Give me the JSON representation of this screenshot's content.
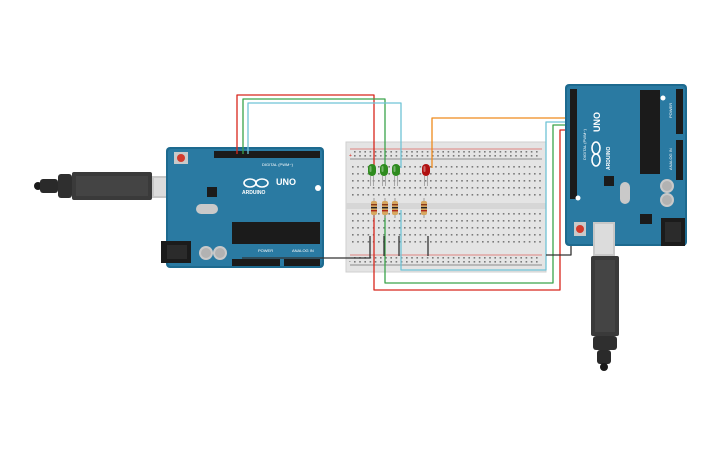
{
  "board_left": {
    "model_label": "UNO",
    "brand_label": "ARDUINO",
    "digital_label": "DIGITAL (PWM~)",
    "power_label": "POWER",
    "analog_label": "ANALOG IN"
  },
  "board_right": {
    "model_label": "UNO",
    "brand_label": "ARDUINO",
    "digital_label": "DIGITAL (PWM~)",
    "power_label": "POWER",
    "analog_label": "ANALOG IN"
  },
  "breadboard": {
    "rail_plus": "+",
    "rail_minus": "-"
  },
  "leds": [
    {
      "color": "#2e8b1e"
    },
    {
      "color": "#2e8b1e"
    },
    {
      "color": "#2e8b1e"
    },
    {
      "color": "#b01010"
    }
  ],
  "wire_colors": {
    "red": "#d8261c",
    "green": "#3aa34a",
    "cyan": "#6fc4d6",
    "orange": "#ef8a1c",
    "black": "#333333"
  }
}
